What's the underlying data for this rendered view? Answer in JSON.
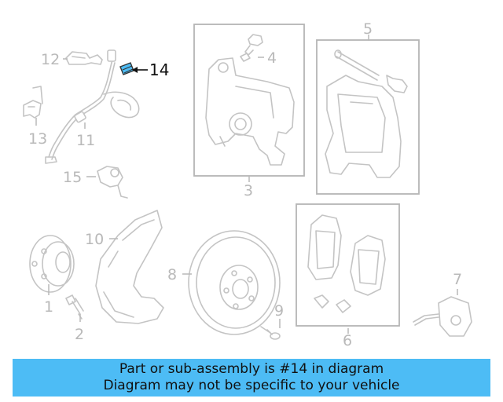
{
  "diagram": {
    "highlighted_part": "14",
    "labels": {
      "l1": "1",
      "l2": "2",
      "l3": "3",
      "l4": "4",
      "l5": "5",
      "l6": "6",
      "l7": "7",
      "l8": "8",
      "l9": "9",
      "l10": "10",
      "l11": "11",
      "l12": "12",
      "l13": "13",
      "l14": "14",
      "l15": "15"
    },
    "colors": {
      "highlight_part": "#4dbcf5",
      "parts": "#c4c4c4",
      "labels": "#b9b9b9",
      "banner": "#4dbcf5"
    }
  },
  "banner": {
    "line1": "Part or sub-assembly is #14 in diagram",
    "line2": "Diagram may not be specific to your vehicle"
  }
}
